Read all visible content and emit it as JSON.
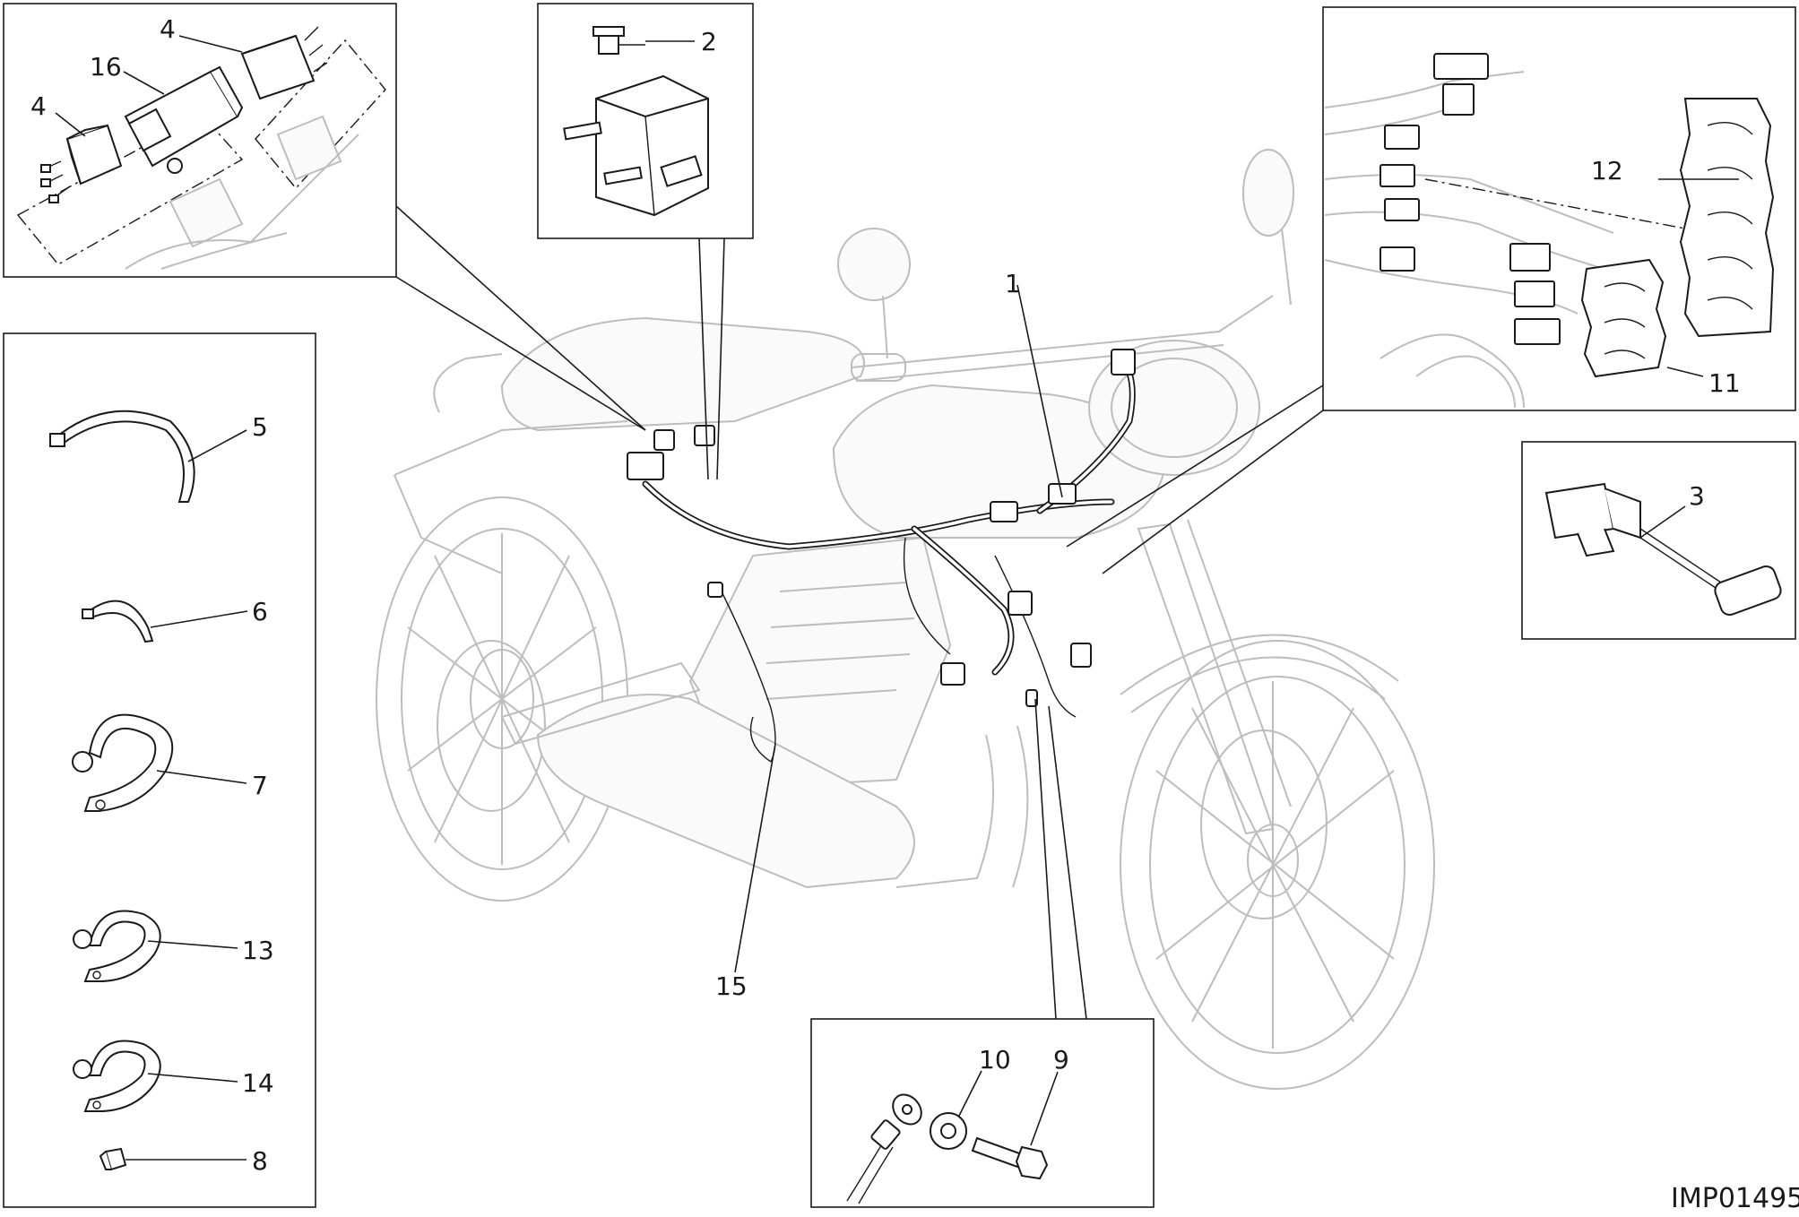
{
  "drawing_code": "IMP01495",
  "callouts": [
    {
      "id": "c1",
      "label": "1"
    },
    {
      "id": "c2",
      "label": "2"
    },
    {
      "id": "c3",
      "label": "3"
    },
    {
      "id": "c4a",
      "label": "4"
    },
    {
      "id": "c4b",
      "label": "4"
    },
    {
      "id": "c5",
      "label": "5"
    },
    {
      "id": "c6",
      "label": "6"
    },
    {
      "id": "c7",
      "label": "7"
    },
    {
      "id": "c8",
      "label": "8"
    },
    {
      "id": "c9",
      "label": "9"
    },
    {
      "id": "c10",
      "label": "10"
    },
    {
      "id": "c11",
      "label": "11"
    },
    {
      "id": "c12",
      "label": "12"
    },
    {
      "id": "c13",
      "label": "13"
    },
    {
      "id": "c14",
      "label": "14"
    },
    {
      "id": "c15",
      "label": "15"
    },
    {
      "id": "c16",
      "label": "16"
    }
  ]
}
